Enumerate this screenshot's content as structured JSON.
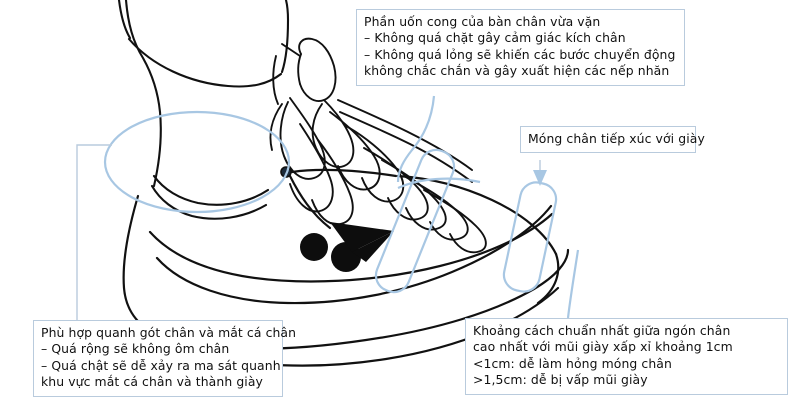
{
  "diagram": {
    "subject": "badminton-shoe-fit-guide",
    "brand_logo": "yonex-logo",
    "accent_color": "#a8c7e3",
    "line_color": "#111111",
    "box_border_color": "#b9cbdd"
  },
  "callouts": {
    "lace": {
      "name": "instep-flex-callout",
      "lines": [
        "Phần uốn cong của bàn chân vừa vặn",
        "– Không quá chặt gây cảm giác kích chân",
        "– Không quá lỏng sẽ khiến các bước chuyển động",
        "không chắc chắn và gây xuất hiện các nếp nhăn"
      ]
    },
    "toenail": {
      "name": "toenail-contact-callout",
      "lines": [
        "Móng chân tiếp xúc với giày"
      ]
    },
    "heel": {
      "name": "heel-ankle-fit-callout",
      "lines": [
        "Phù hợp quanh gót chân và mắt cá chân",
        "– Quá rộng sẽ không ôm chân",
        "– Quá chật sẽ dễ xảy ra ma sát quanh",
        "khu vực mắt cá chân và thành giày"
      ]
    },
    "toegap": {
      "name": "toe-gap-callout",
      "lines": [
        "Khoảng cách chuẩn nhất giữa ngón chân",
        "cao nhất với mũi giày xấp xỉ khoảng 1cm",
        "<1cm: dễ làm hỏng móng chân",
        ">1,5cm: dễ bị vấp mũi giày"
      ]
    }
  }
}
